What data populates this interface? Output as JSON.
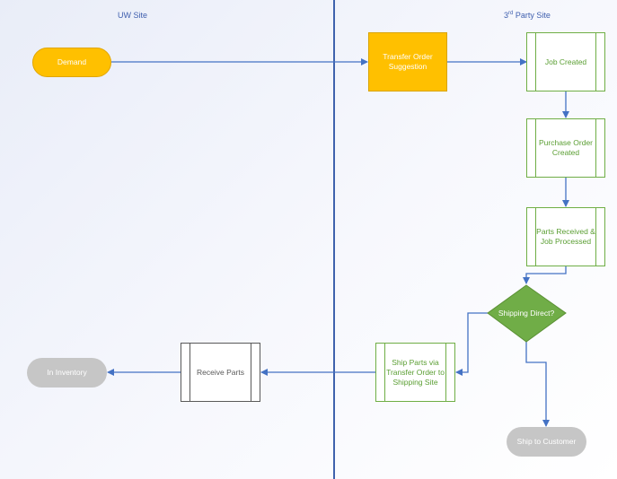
{
  "lanes": {
    "left_title": "UW Site",
    "right_title_prefix": "3",
    "right_title_sup": "rd",
    "right_title_suffix": " Party Site"
  },
  "nodes": {
    "demand": "Demand",
    "transfer_order_suggestion": "Transfer Order Suggestion",
    "job_created": "Job Created",
    "purchase_order_created": "Purchase Order Created",
    "parts_received": "Parts Received & Job Processed",
    "shipping_direct": "Shipping Direct?",
    "ship_parts_via": "Ship Parts via Transfer Order to Shipping Site",
    "receive_parts": "Receive Parts",
    "in_inventory": "In Inventory",
    "ship_to_customer": "Ship to Customer"
  },
  "colors": {
    "lane_divider": "#3f62ad",
    "arrow": "#4472c4",
    "terminal_start": "#ffc000",
    "terminal_end": "#c6c6c6",
    "green_outline": "#6fae45",
    "diamond_fill": "#70ad47"
  }
}
